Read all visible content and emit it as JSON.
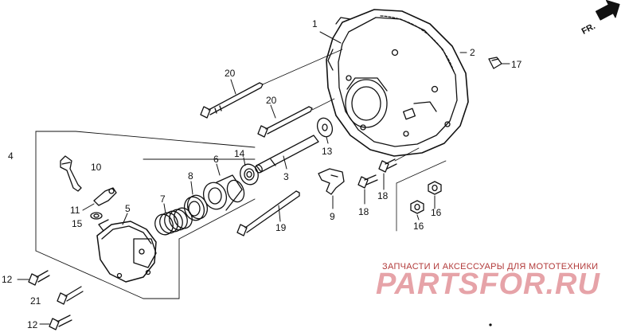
{
  "direction_marker": {
    "label": "FR."
  },
  "callouts": [
    {
      "id": "c1",
      "text": "1"
    },
    {
      "id": "c2",
      "text": "2"
    },
    {
      "id": "c3",
      "text": "3"
    },
    {
      "id": "c4",
      "text": "4"
    },
    {
      "id": "c5",
      "text": "5"
    },
    {
      "id": "c6",
      "text": "6"
    },
    {
      "id": "c7",
      "text": "7"
    },
    {
      "id": "c8",
      "text": "8"
    },
    {
      "id": "c9",
      "text": "9"
    },
    {
      "id": "c10",
      "text": "10"
    },
    {
      "id": "c11",
      "text": "11"
    },
    {
      "id": "c12a",
      "text": "12"
    },
    {
      "id": "c12b",
      "text": "12"
    },
    {
      "id": "c13",
      "text": "13"
    },
    {
      "id": "c14",
      "text": "14"
    },
    {
      "id": "c15",
      "text": "15"
    },
    {
      "id": "c16a",
      "text": "16"
    },
    {
      "id": "c16b",
      "text": "16"
    },
    {
      "id": "c17",
      "text": "17"
    },
    {
      "id": "c18a",
      "text": "18"
    },
    {
      "id": "c18b",
      "text": "18"
    },
    {
      "id": "c19",
      "text": "19"
    },
    {
      "id": "c20a",
      "text": "20"
    },
    {
      "id": "c20b",
      "text": "20"
    },
    {
      "id": "c21",
      "text": "21"
    }
  ],
  "watermark": {
    "tagline": "ЗАПЧАСТИ И АКСЕССУАРЫ ДЛЯ МОТОТЕХНИКИ",
    "logo": "PARTSFOR.RU",
    "color": "#e6a3a8"
  }
}
